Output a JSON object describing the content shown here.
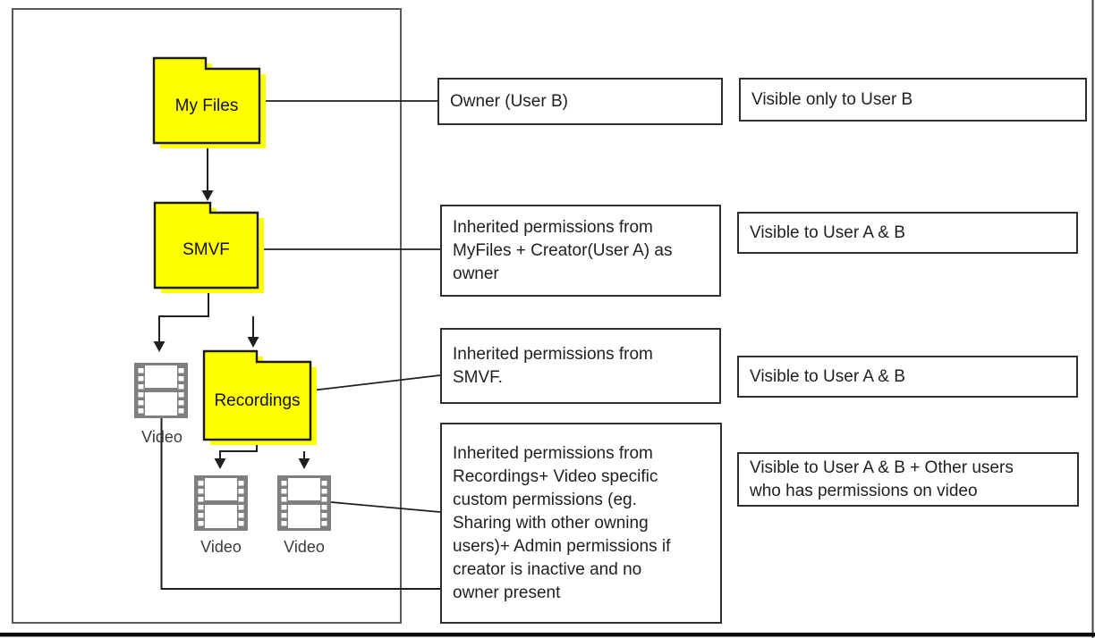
{
  "nodes": {
    "my_files": "My Files",
    "smvf": "SMVF",
    "recordings": "Recordings",
    "video_left": "Video",
    "video_bottom_left": "Video",
    "video_bottom_right": "Video"
  },
  "permission_notes": {
    "my_files": "Owner (User B)",
    "smvf_lines": [
      "Inherited permissions from",
      "MyFiles + Creator(User A) as",
      "owner"
    ],
    "recordings_lines": [
      "Inherited permissions from",
      "SMVF."
    ],
    "video_lines": [
      "Inherited permissions from",
      "Recordings+ Video specific",
      "custom permissions (eg.",
      "Sharing with other owning",
      "users)+ Admin permissions if",
      "creator is inactive and no",
      "owner present"
    ]
  },
  "visibility_notes": {
    "my_files": "Visible only to User B",
    "smvf": "Visible to User A & B",
    "recordings": "Visible to User A & B",
    "video_lines": [
      "Visible to User A & B + Other users",
      "who has permissions on video"
    ]
  },
  "colors": {
    "folder_fill": "#FFFF00",
    "folder_border": "#1a1a1a",
    "line": "#1f1f1f",
    "icon_gray": "#7F7F7F",
    "boundary_border": "#595959"
  }
}
